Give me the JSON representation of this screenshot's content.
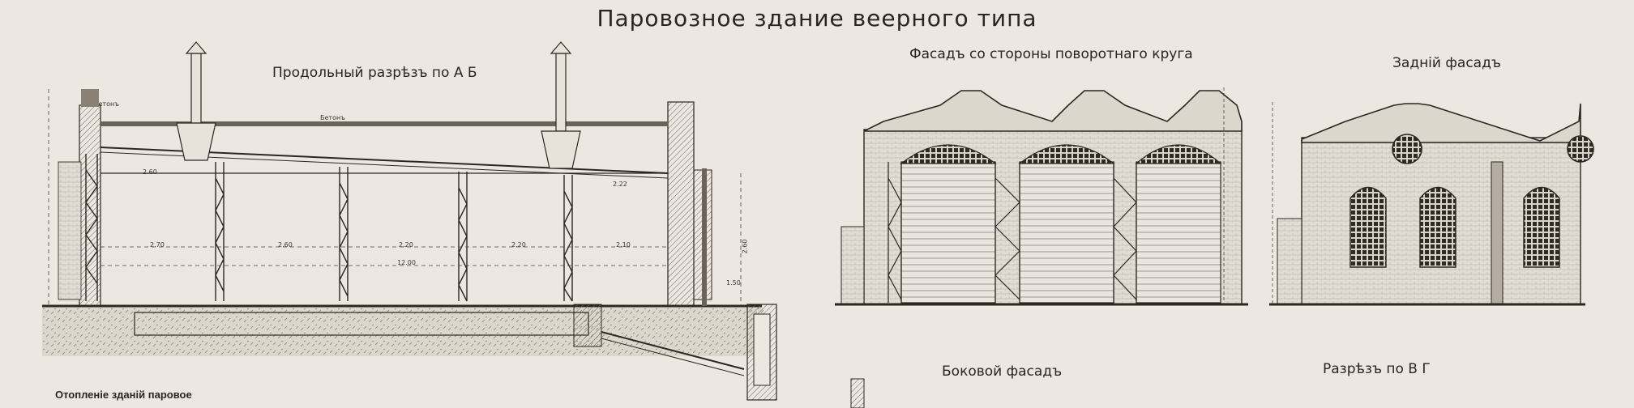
{
  "sheet": {
    "title": "Паровозное здание веерного типа",
    "longitudinal_section": "Продольный разрѣзъ по А Б",
    "facade_turntable": "Фасадъ со стороны поворотнаго круга",
    "rear_facade": "Задній фасадъ",
    "side_facade": "Боковой фасадъ",
    "section_vg": "Разрѣзъ по В Г",
    "heating_note": "Отопленіе зданій паровое",
    "concrete_label_1": "Бетонъ",
    "concrete_label_2": "Бетонъ"
  },
  "dimensions": {
    "d1": "2.70",
    "d2": "2.60",
    "d3": "2.20",
    "d4": "2.20",
    "d5": "2.10",
    "d6": "2.60",
    "d7": "2.22",
    "total": "12.00",
    "height": "2.60",
    "h2": "1.50"
  },
  "colors": {
    "paper": "#ece8e1",
    "ink": "#2b2620",
    "hatch": "#6b6258",
    "ground": "#8a8074"
  }
}
